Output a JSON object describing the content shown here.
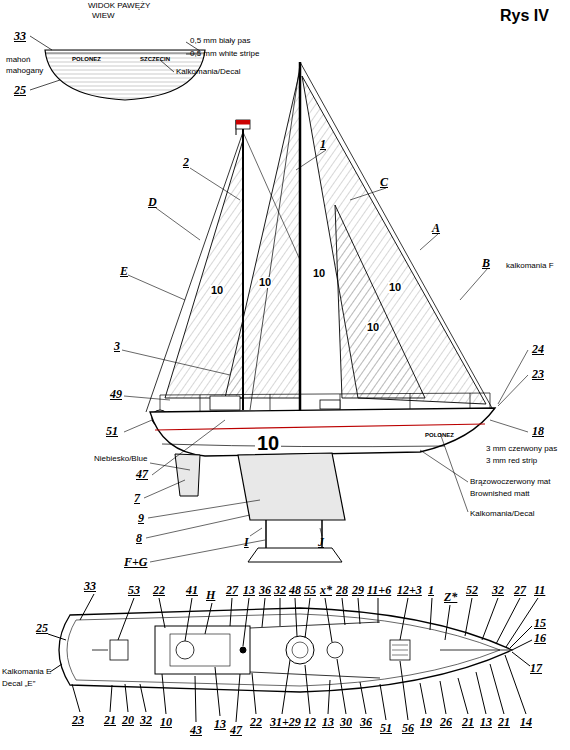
{
  "diagram": {
    "title": "Rys IV",
    "labels": [
      "WIDOK PAWĘŻY",
      "WIEW",
      "33",
      "mahoń",
      "mahogany",
      "25",
      "POLONEZ",
      "SZCZECIN",
      "0,5 mm biały pas",
      "0,5 mm white stripe",
      "Kalkomania/Decal",
      "1",
      "C",
      "2",
      "A",
      "D",
      "B",
      "kalkomania F",
      "E",
      "3",
      "49",
      "24",
      "23",
      "51",
      "18",
      "3 mm czerwony pas",
      "3 mm red strip",
      "Niebiesko/Blue",
      "47",
      "7",
      "9",
      "8",
      "F+G",
      "Brązowoczerwony mat",
      "Brownished matt",
      "Kalkomania/Decal",
      "I",
      "J",
      "10",
      "10",
      "10",
      "10",
      "10",
      "10",
      "POLONEZ",
      "33",
      "53",
      "22",
      "41",
      "H",
      "27",
      "13",
      "36",
      "32",
      "48",
      "55",
      "x*",
      "28",
      "29",
      "11+6",
      "12+3",
      "1",
      "Z*",
      "52",
      "32",
      "27",
      "11",
      "15",
      "16",
      "17",
      "25",
      "Kalkomania E",
      "Decal „E”",
      "23",
      "21",
      "20",
      "32",
      "10",
      "43",
      "13",
      "47",
      "22",
      "31+29",
      "12",
      "13",
      "30",
      "36",
      "51",
      "56",
      "19",
      "26",
      "21",
      "13",
      "21",
      "14"
    ]
  }
}
